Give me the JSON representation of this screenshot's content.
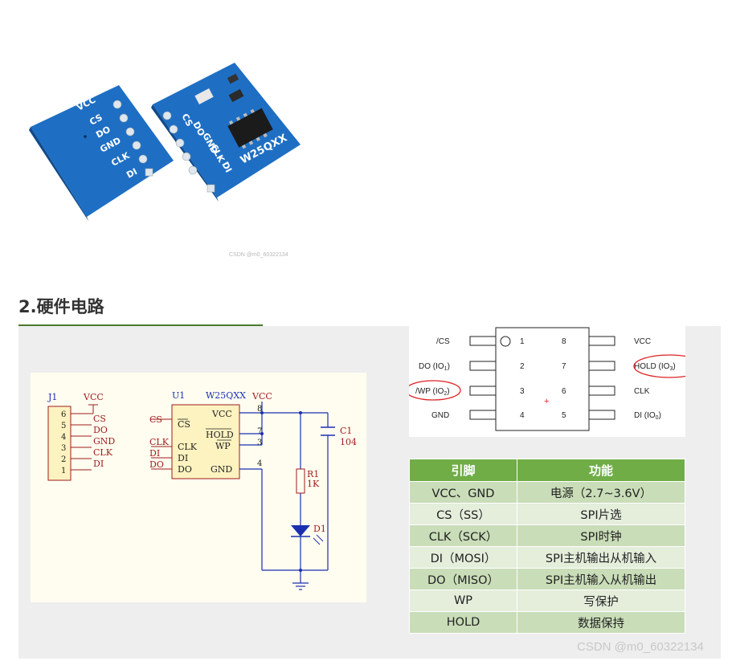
{
  "photo": {
    "board_left_pins": [
      "VCC",
      "CS",
      "DO",
      "GND",
      "CLK",
      "DI"
    ],
    "board_right_pins": [
      "CS",
      "DO",
      "GND",
      "CLK",
      "DI"
    ],
    "chip_label": "W25QXX",
    "credit": "CSDN @m0_60322134"
  },
  "section_title": "2.硬件电路",
  "schematic": {
    "j1": {
      "ref": "J1",
      "vcc": "VCC",
      "pin_numbers": [
        "6",
        "5",
        "4",
        "3",
        "2",
        "1"
      ],
      "pin_names": [
        "CS",
        "DO",
        "GND",
        "CLK",
        "DI"
      ]
    },
    "u1": {
      "ref": "U1",
      "part": "W25QXX",
      "vcc": "VCC",
      "left_pins": [
        "CS",
        "CLK",
        "DI",
        "DO"
      ],
      "right_pins": [
        "VCC",
        "HOLD",
        "WP",
        "GND"
      ],
      "pin_numbers": [
        "8",
        "7",
        "3",
        "4"
      ],
      "nets": [
        "CS",
        "CLK",
        "DI",
        "DO"
      ]
    },
    "c1": {
      "ref": "C1",
      "value": "104"
    },
    "r1": {
      "ref": "R1",
      "value": "1K"
    },
    "d1": {
      "ref": "D1"
    }
  },
  "pinout": {
    "left": [
      {
        "num": "1",
        "name": "/CS"
      },
      {
        "num": "2",
        "name": "DO (IO",
        "sub": "1",
        "close": ")"
      },
      {
        "num": "3",
        "name": "/WP (IO",
        "sub": "2",
        "close": ")"
      },
      {
        "num": "4",
        "name": "GND"
      }
    ],
    "right": [
      {
        "num": "8",
        "name": "VCC"
      },
      {
        "num": "7",
        "name": "HOLD (IO",
        "sub": "3",
        "close": ")"
      },
      {
        "num": "6",
        "name": "CLK"
      },
      {
        "num": "5",
        "name": "DI (IO",
        "sub": "0",
        "close": ")"
      }
    ]
  },
  "table": {
    "headers": [
      "引脚",
      "功能"
    ],
    "rows": [
      [
        "VCC、GND",
        "电源（2.7~3.6V）"
      ],
      [
        "CS（SS）",
        "SPI片选"
      ],
      [
        "CLK（SCK）",
        "SPI时钟"
      ],
      [
        "DI（MOSI）",
        "SPI主机输出从机输入"
      ],
      [
        "DO（MISO）",
        "SPI主机输入从机输出"
      ],
      [
        "WP",
        "写保护"
      ],
      [
        "HOLD",
        "数据保持"
      ]
    ]
  },
  "watermark": "CSDN @m0_60322134",
  "colors": {
    "board_blue": "#1e6fc4",
    "header_green": "#70ad47",
    "schematic_bg": "#fffdf0",
    "wire_blue": "#1a2fb0",
    "label_red": "#9e1b1b"
  }
}
